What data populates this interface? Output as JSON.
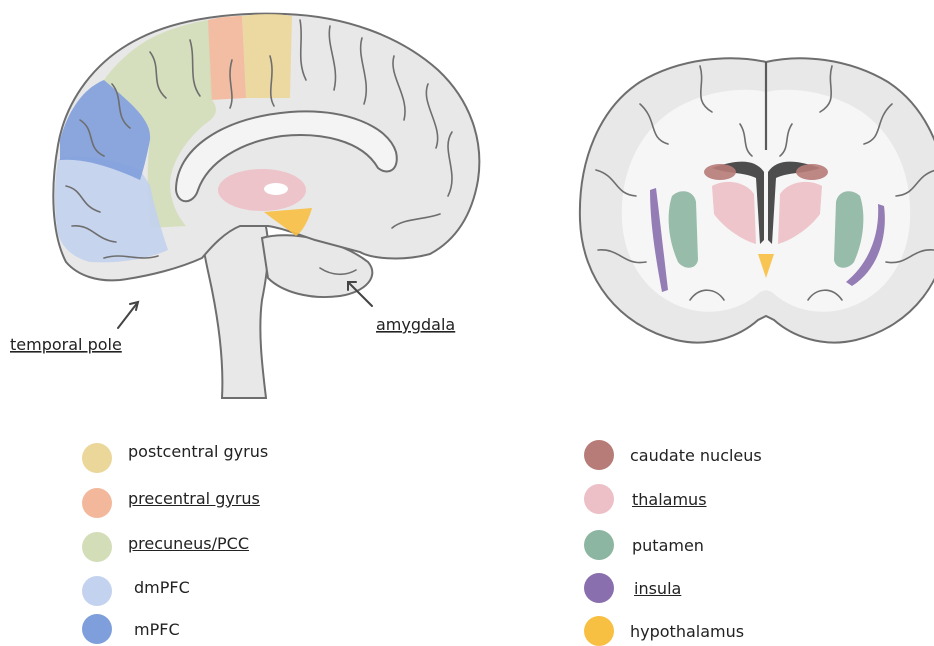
{
  "colors": {
    "brain_fill": "#e8e8e8",
    "brain_outline": "#6e6e6e",
    "white_matter": "#f4f4f4",
    "postcentral": "#ecd79a",
    "precentral": "#f3b89b",
    "precuneus": "#d3deb9",
    "dmPFC": "#c3d2ee",
    "mPFC": "#7f9fdc",
    "caudate": "#b77b78",
    "thalamus": "#ecc0c6",
    "putamen": "#8db6a2",
    "insula": "#8a6fae",
    "hypothalamus": "#f8c043"
  },
  "callouts": {
    "temporal_pole": "temporal pole",
    "amygdala": "amygdala"
  },
  "legend_left": [
    {
      "label": "postcentral gyrus",
      "color": "#ecd79a",
      "underline": false
    },
    {
      "label": "precentral gyrus",
      "color": "#f3b89b",
      "underline": true
    },
    {
      "label": "precuneus/PCC",
      "color": "#d3deb9",
      "underline": true
    },
    {
      "label": "dmPFC",
      "color": "#c3d2ee",
      "underline": false
    },
    {
      "label": "mPFC",
      "color": "#7f9fdc",
      "underline": false
    }
  ],
  "legend_right": [
    {
      "label": "caudate nucleus",
      "color": "#b77b78",
      "underline": false
    },
    {
      "label": "thalamus",
      "color": "#ecc0c6",
      "underline": true
    },
    {
      "label": "putamen",
      "color": "#8db6a2",
      "underline": false
    },
    {
      "label": "insula",
      "color": "#8a6fae",
      "underline": true
    },
    {
      "label": "hypothalamus",
      "color": "#f8c043",
      "underline": false
    }
  ]
}
